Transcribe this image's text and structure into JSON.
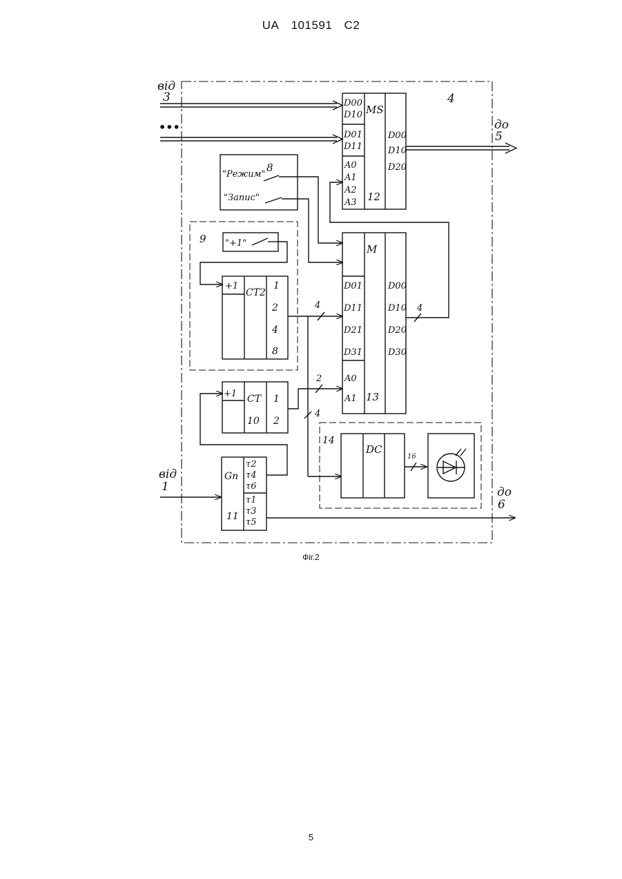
{
  "header": {
    "country": "UA",
    "number": "101591",
    "kind": "C2"
  },
  "caption": "Фіг.2",
  "page_number": "5",
  "diagram": {
    "block_4": "4",
    "input_from_3": {
      "word": "від",
      "num": "3"
    },
    "input_from_1": {
      "word": "від",
      "num": "1"
    },
    "output_to_5": {
      "word": "до",
      "num": "5"
    },
    "output_to_6": {
      "word": "до",
      "num": "6"
    },
    "ellipsis": "•••",
    "mux": {
      "title": "MS",
      "num": "12",
      "inputs": [
        "D00",
        "D10",
        "D01",
        "D11"
      ],
      "address": [
        "A0",
        "A1",
        "A2",
        "A3"
      ],
      "outputs": [
        "D00",
        "D10",
        "D20"
      ]
    },
    "switches": {
      "num": "8",
      "mode": "\"Режим\"",
      "write": "\"Запис\""
    },
    "counter_group": {
      "num": "9",
      "button": "\"+1\"",
      "input": "+1",
      "title": "CT2",
      "outputs": [
        "1",
        "2",
        "4",
        "8"
      ]
    },
    "memory": {
      "title": "M",
      "num": "13",
      "inputs": [
        "D01",
        "D11",
        "D21",
        "D31"
      ],
      "address": [
        "A0",
        "A1"
      ],
      "outputs": [
        "D00",
        "D10",
        "D20",
        "D30"
      ]
    },
    "counter_10": {
      "input": "+1",
      "title": "CT",
      "num": "10",
      "outputs": [
        "1",
        "2"
      ]
    },
    "generator": {
      "title": "Gn",
      "num": "11",
      "outputs_a": [
        "τ2",
        "τ4",
        "τ6"
      ],
      "outputs_b": [
        "τ1",
        "τ3",
        "τ5"
      ]
    },
    "display": {
      "num": "14",
      "decoder": "DC",
      "bus_width": "16"
    },
    "bus_labels": {
      "ct2_to_m": "4",
      "m_to_ms": "4",
      "ct10_to_m": "2",
      "ct2_to_dc": "4"
    }
  }
}
